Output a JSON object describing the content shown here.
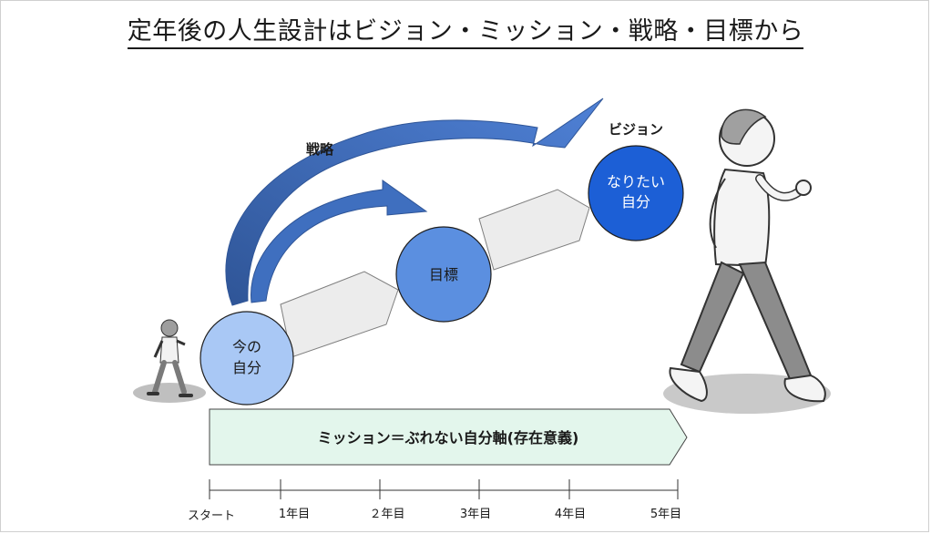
{
  "title": "定年後の人生設計はビジョン・ミッション・戦略・目標から",
  "labels": {
    "strategy": "戦略",
    "vision": "ビジョン"
  },
  "circles": {
    "current_self_line1": "今の",
    "current_self_line2": "自分",
    "goal": "目標",
    "ideal_self_line1": "なりたい",
    "ideal_self_line2": "自分"
  },
  "mission": "ミッション＝ぶれない自分軸(存在意義)",
  "timeline": {
    "ticks": [
      "スタート",
      "1年目",
      "２年目",
      "3年目",
      "4年目",
      "5年目"
    ]
  },
  "colors": {
    "arrow_blue": "#4472c4",
    "circle_light": "#a9c8f5",
    "circle_mid": "#5b8fe0",
    "circle_dark": "#1c5fd6",
    "mission_fill": "#e3f6ec",
    "step_fill": "#ececec"
  }
}
